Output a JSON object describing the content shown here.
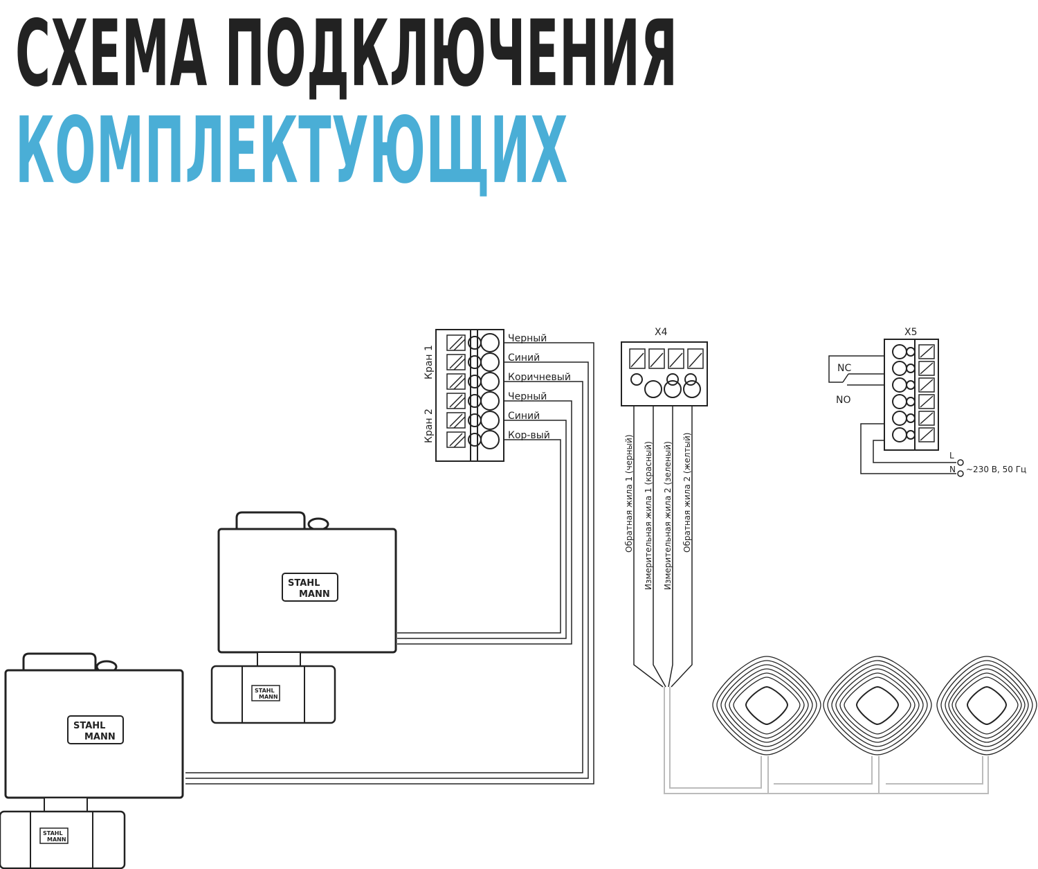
{
  "title": {
    "line1": "СХЕМА ПОДКЛЮЧЕНИЯ",
    "line2": "КОМПЛЕКТУЮЩИХ"
  },
  "colors": {
    "dark": "#222222",
    "accent": "#4aaed6"
  },
  "block_main": {
    "group_labels": [
      "Кран 1",
      "Кран 2"
    ],
    "wire_labels": [
      "Черный",
      "Синий",
      "Коричневый",
      "Черный",
      "Синий",
      "Кор-вый"
    ]
  },
  "block_x4": {
    "title": "X4",
    "wire_labels": [
      "Обратная жила 1 (черный)",
      "Измерительная жила 1 (красный)",
      "Измерительная жила 2 (зеленый)",
      "Обратная жила 2 (желтый)"
    ]
  },
  "block_x5": {
    "title": "X5",
    "nc": "NC",
    "no": "NO",
    "l": "L",
    "n": "N",
    "power": "~230 В, 50 Гц"
  },
  "valve": {
    "brand_top": "STAHL",
    "brand_bottom": "MANN"
  }
}
